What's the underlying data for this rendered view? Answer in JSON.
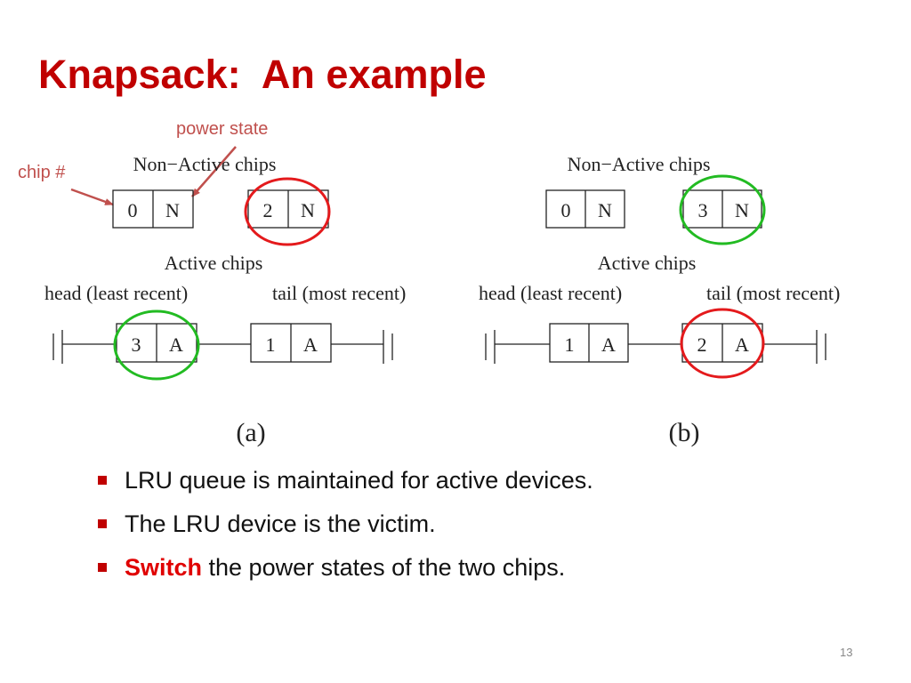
{
  "title": "Knapsack:  An example",
  "annotations": {
    "power_state": "power state",
    "chip_number": "chip #"
  },
  "panels": [
    {
      "caption": "(a)",
      "non_active_label": "Non−Active chips",
      "active_label": "Active chips",
      "head_label": "head (least recent)",
      "tail_label": "tail (most recent)",
      "non_active_chips": [
        {
          "chip": "0",
          "state": "N",
          "circle": "none"
        },
        {
          "chip": "2",
          "state": "N",
          "circle": "red"
        }
      ],
      "active_chips": [
        {
          "chip": "3",
          "state": "A",
          "circle": "green"
        },
        {
          "chip": "1",
          "state": "A",
          "circle": "none"
        }
      ]
    },
    {
      "caption": "(b)",
      "non_active_label": "Non−Active chips",
      "active_label": "Active chips",
      "head_label": "head (least recent)",
      "tail_label": "tail (most recent)",
      "non_active_chips": [
        {
          "chip": "0",
          "state": "N",
          "circle": "none"
        },
        {
          "chip": "3",
          "state": "N",
          "circle": "green"
        }
      ],
      "active_chips": [
        {
          "chip": "1",
          "state": "A",
          "circle": "none"
        },
        {
          "chip": "2",
          "state": "A",
          "circle": "red"
        }
      ]
    }
  ],
  "bullets": [
    {
      "highlight": "",
      "text": "LRU queue is maintained for active devices."
    },
    {
      "highlight": "",
      "text": "The LRU device is the victim."
    },
    {
      "highlight": "Switch",
      "text": " the power states of the two chips."
    }
  ],
  "page_number": "13",
  "colors": {
    "title": "#c00000",
    "annotation": "#c0504d",
    "circle_red": "#e41a1c",
    "circle_green": "#22bb22",
    "bullet_marker": "#c00000",
    "highlight": "#e00000"
  }
}
